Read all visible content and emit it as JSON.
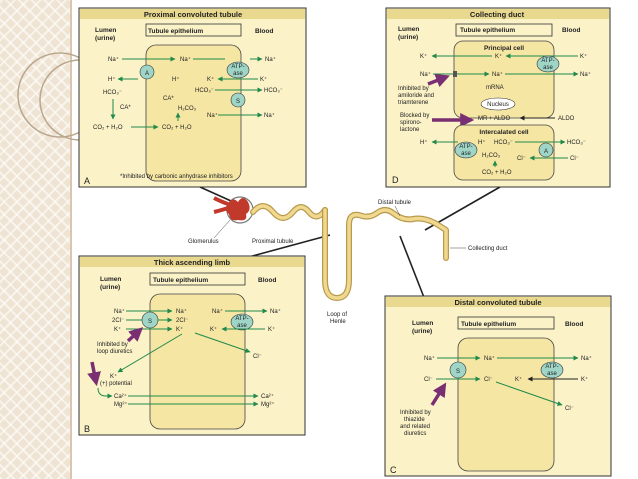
{
  "decor": {
    "ring_color": "#b9a78d",
    "bg_color": "#efe4d3"
  },
  "colors": {
    "panel_fill": "#fbf2c8",
    "cell_fill": "#f6e6a4",
    "arrow_green": "#1f8a4a",
    "pump_fill": "#9fd5c7",
    "inhibitor_purple": "#7a2f73",
    "text": "#222222"
  },
  "panelA": {
    "title": "Proximal convoluted tubule",
    "lumen": "Lumen",
    "lumen_sub": "(urine)",
    "epi": "Tubule epithelium",
    "blood": "Blood",
    "na_l": "Na⁺",
    "na_m": "Na⁺",
    "na_r": "Na⁺",
    "transporter": "A",
    "atpase1": "ATP-",
    "atpase2": "ase",
    "h_l": "H⁺",
    "h_m": "H⁺",
    "k_m": "K⁺",
    "k_r": "K⁺",
    "hco3_l": "HCO₃⁻",
    "hco3_m": "HCO₃⁻",
    "hco3_r": "HCO₃⁻",
    "ca_l": "CA*",
    "ca_m": "CA*",
    "h2co3": "H₂CO₃",
    "na_m2": "Na⁺",
    "s": "S",
    "na_r2": "Na⁺",
    "co2_l": "CO₂ + H₂O",
    "co2_m": "CO₂ + H₂O",
    "footnote": "*Inhibited by carbonic anhydrase inhibitors",
    "letter": "A"
  },
  "panelB": {
    "title": "Thick ascending limb",
    "lumen": "Lumen",
    "lumen_sub": "(urine)",
    "epi": "Tubule epithelium",
    "blood": "Blood",
    "na_l": "Na⁺",
    "cl_l": "2Cl⁻",
    "k_l": "K⁺",
    "na_m": "Na⁺",
    "cl_m": "2Cl⁻",
    "k_m": "K⁺",
    "s": "S",
    "atpase1": "ATP-",
    "atpase2": "ase",
    "na_r": "Na⁺",
    "k_m2": "K⁺",
    "k_r": "K⁺",
    "cl_r": "Cl⁻",
    "inh1": "Inhibited by",
    "inh2": "loop diuretics",
    "k_pot": "K⁺",
    "pot": "(+) potential",
    "ca_l": "Ca²⁺",
    "mg_l": "Mg²⁺",
    "ca_r": "Ca²⁺",
    "mg_r": "Mg²⁺",
    "letter": "B"
  },
  "panelC": {
    "title": "Distal convoluted tubule",
    "lumen": "Lumen",
    "lumen_sub": "(urine)",
    "epi": "Tubule epithelium",
    "blood": "Blood",
    "na_l": "Na⁺",
    "na_m": "Na⁺",
    "na_r": "Na⁺",
    "cl_l": "Cl⁻",
    "cl_m": "Cl⁻",
    "s": "S",
    "atpase1": "ATP-",
    "atpase2": "ase",
    "k_m": "K⁺",
    "k_r": "K⁺",
    "cl_r": "Cl⁻",
    "inh1": "Inhibited by",
    "inh2": "thiazide",
    "inh3": "and related",
    "inh4": "diuretics",
    "letter": "C"
  },
  "panelD": {
    "title": "Collecting duct",
    "lumen": "Lumen",
    "lumen_sub": "(urine)",
    "epi": "Tubule epithelium",
    "blood": "Blood",
    "principal": "Principal cell",
    "k_l": "K⁺",
    "k_m": "K⁺",
    "k_r": "K⁺",
    "atpase1": "ATP-",
    "atpase2": "ase",
    "na_l": "Na⁺",
    "na_m": "Na⁺",
    "na_r": "Na⁺",
    "mrna": "mRNA",
    "nucleus": "Nucleus",
    "mr_aldo": "MR + ALDO",
    "aldo": "ALDO",
    "inh_a1": "Inhibited by",
    "inh_a2": "amiloride and",
    "inh_a3": "triamterene",
    "inh_b1": "Blocked by",
    "inh_b2": "spirono-",
    "inh_b3": "lactone",
    "intercalated": "Intercalated cell",
    "h_l": "H⁺",
    "h_m": "H⁺",
    "hco3_m": "HCO₃⁻",
    "hco3_r": "HCO₃⁻",
    "h2co3": "H₂CO₃",
    "a": "A",
    "cl_m": "Cl⁻",
    "cl_r": "Cl⁻",
    "co2": "CO₂ + H₂O",
    "letter": "D"
  },
  "nephron": {
    "glomerulus": "Glomerulus",
    "proximal": "Proximal tubule",
    "distal": "Distal tubule",
    "collecting": "Collecting duct",
    "loop1": "Loop of",
    "loop2": "Henle"
  }
}
